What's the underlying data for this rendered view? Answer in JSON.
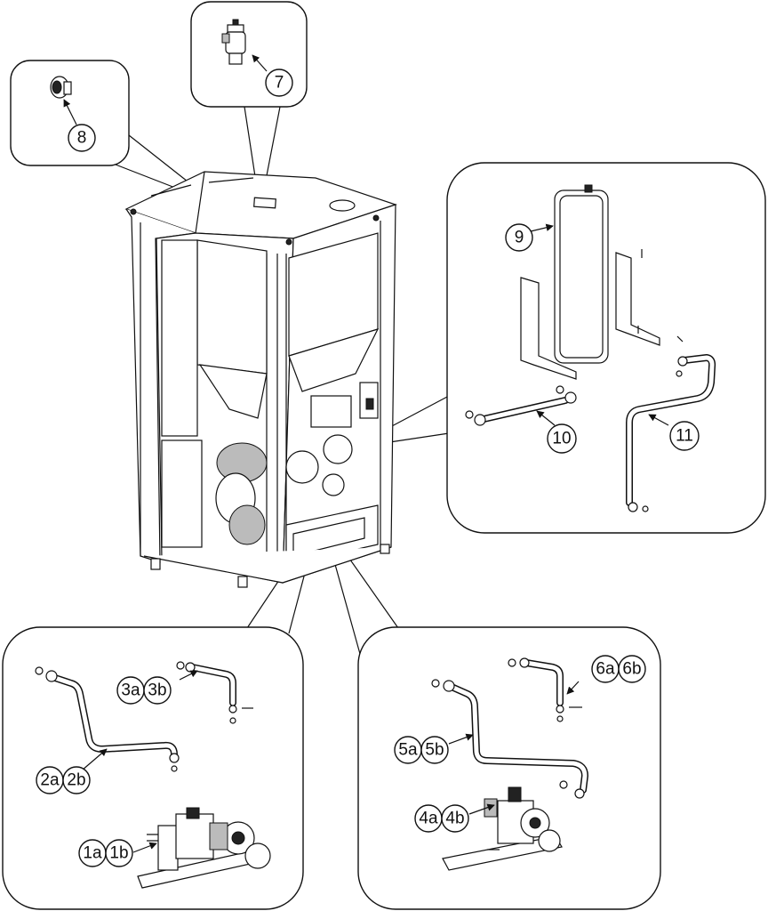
{
  "callouts": {
    "c7": "7",
    "c8": "8",
    "c9": "9",
    "c10": "10",
    "c11": "11",
    "c1a": "1a",
    "c1b": "1b",
    "c2a": "2a",
    "c2b": "2b",
    "c3a": "3a",
    "c3b": "3b",
    "c4a": "4a",
    "c4b": "4b",
    "c5a": "5a",
    "c5b": "5b",
    "c6a": "6a",
    "c6b": "6b"
  }
}
